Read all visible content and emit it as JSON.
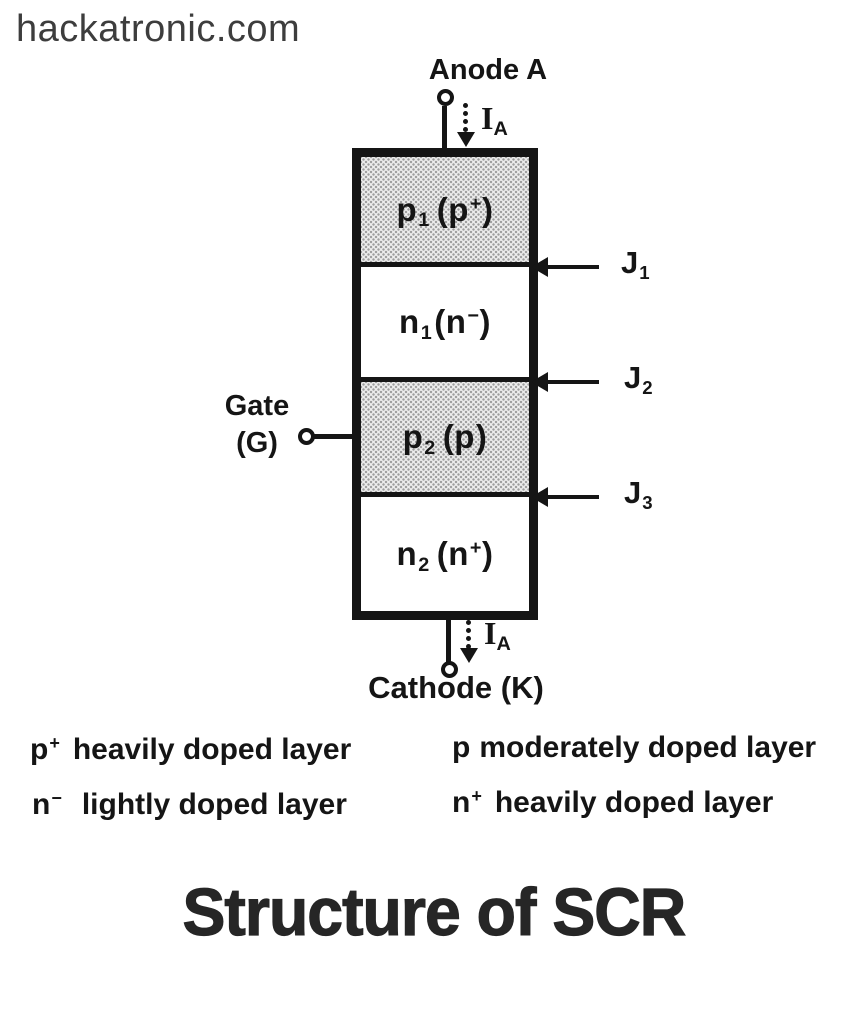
{
  "colors": {
    "ink": "#151515",
    "paper": "#ffffff",
    "watermark": "#3d3d3d",
    "shade": "#ededed",
    "shade-dot": "#9e9e9e",
    "title": "#262626"
  },
  "watermark": "hackatronic.com",
  "title": "Structure of SCR",
  "diagram": {
    "anode": {
      "label": "Anode A"
    },
    "cathode": {
      "label": "Cathode (K)"
    },
    "gate": {
      "line1": "Gate",
      "line2": "(G)"
    },
    "current": {
      "base": "I",
      "sub": "A"
    },
    "layers": [
      {
        "base": "p",
        "sub": "1",
        "open": "(",
        "dop": "p",
        "sup": "+",
        "close": ")",
        "doping": "heavily doped"
      },
      {
        "base": "n",
        "sub": "1",
        "open": "(",
        "dop": "n",
        "sup": "−",
        "close": ")",
        "doping": "lightly doped"
      },
      {
        "base": "p",
        "sub": "2",
        "open": "(",
        "dop": "p",
        "sup": "",
        "close": ")",
        "doping": "moderately doped"
      },
      {
        "base": "n",
        "sub": "2",
        "open": "(",
        "dop": "n",
        "sup": "+",
        "close": ")",
        "doping": "heavily doped"
      }
    ],
    "junctions": [
      {
        "base": "J",
        "sub": "1"
      },
      {
        "base": "J",
        "sub": "2"
      },
      {
        "base": "J",
        "sub": "3"
      }
    ]
  },
  "legend": {
    "items": [
      {
        "sym": "p",
        "sup": "+",
        "text": "heavily doped layer"
      },
      {
        "sym": "p",
        "sup": "",
        "text": "moderately doped layer"
      },
      {
        "sym": "n",
        "sup": "−",
        "text": "lightly doped layer"
      },
      {
        "sym": "n",
        "sup": "+",
        "text": "heavily doped layer"
      }
    ]
  }
}
